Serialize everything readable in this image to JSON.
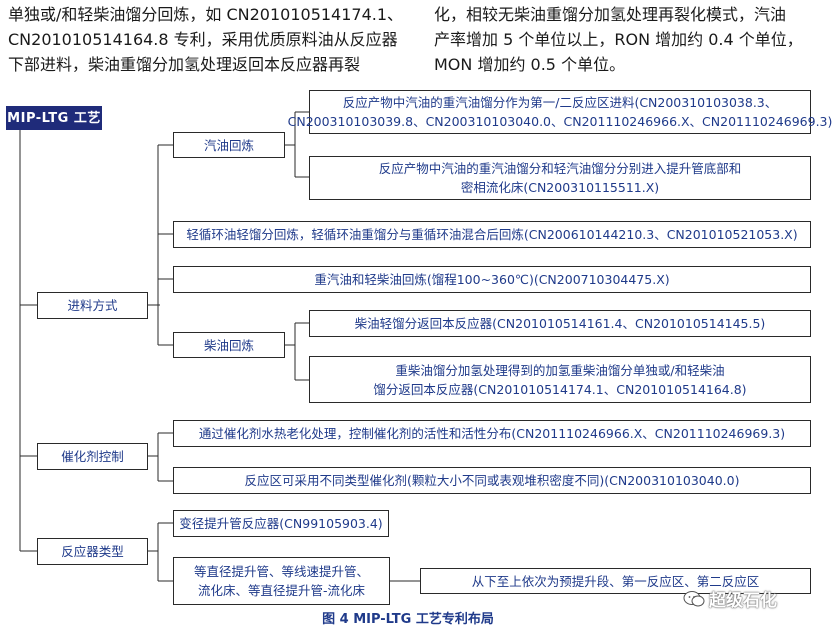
{
  "text_columns": {
    "left": [
      "单独或/和轻柴油馏分回炼，如 CN201010514174.1、",
      "CN201010514164.8 专利，采用优质原料油从反应器",
      "下部进料，柴油重馏分加氢处理返回本反应器再裂"
    ],
    "right": [
      "化，相较无柴油重馏分加氢处理再裂化模式，汽油",
      "产率增加 5 个单位以上，RON 增加约 0.4 个单位，",
      "MON 增加约 0.5 个单位。"
    ]
  },
  "diagram": {
    "root": "MIP-LTG 工艺",
    "feed_mode": {
      "label": "进料方式",
      "gasoline_recycle": {
        "label": "汽油回炼",
        "item1": [
          "反应产物中汽油的重汽油馏分作为第一/二反应区进料(CN200310103038.3、",
          "CN200310103039.8、CN200310103040.0、CN201110246966.X、CN201110246969.3)"
        ],
        "item2": [
          "反应产物中汽油的重汽油馏分和轻汽油馏分分别进入提升管底部和",
          "密相流化床(CN200310115511.X)"
        ]
      },
      "light_cycle_oil": "轻循环油轻馏分回炼，轻循环油重馏分与重循环油混合后回炼(CN200610144210.3、CN201010521053.X)",
      "heavy_gasoline_light_diesel": "重汽油和轻柴油回炼(馏程100~360℃)(CN200710304475.X)",
      "diesel_recycle": {
        "label": "柴油回炼",
        "item1": "柴油轻馏分返回本反应器(CN201010514161.4、CN201010514145.5)",
        "item2": [
          "重柴油馏分加氢处理得到的加氢重柴油馏分单独或/和轻柴油",
          "馏分返回本反应器(CN201010514174.1、CN201010514164.8)"
        ]
      }
    },
    "catalyst_control": {
      "label": "催化剂控制",
      "item1": "通过催化剂水热老化处理，控制催化剂的活性和活性分布(CN201110246966.X、CN201110246969.3)",
      "item2": "反应区可采用不同类型催化剂(颗粒大小不同或表观堆积密度不同)(CN200310103040.0)"
    },
    "reactor_type": {
      "label": "反应器类型",
      "item1": "变径提升管反应器(CN99105903.4)",
      "item2": [
        "等直径提升管、等线速提升管、",
        "流化床、等直径提升管-流化床"
      ],
      "item2_detail": "从下至上依次为预提升段、第一反应区、第二反应区"
    }
  },
  "caption": "图 4  MIP-LTG 工艺专利布局",
  "watermark": "超级石化",
  "colors": {
    "root_fill": "#1f2b7a",
    "box_text": "#1f3a8a",
    "line": "#2a2a2a"
  }
}
